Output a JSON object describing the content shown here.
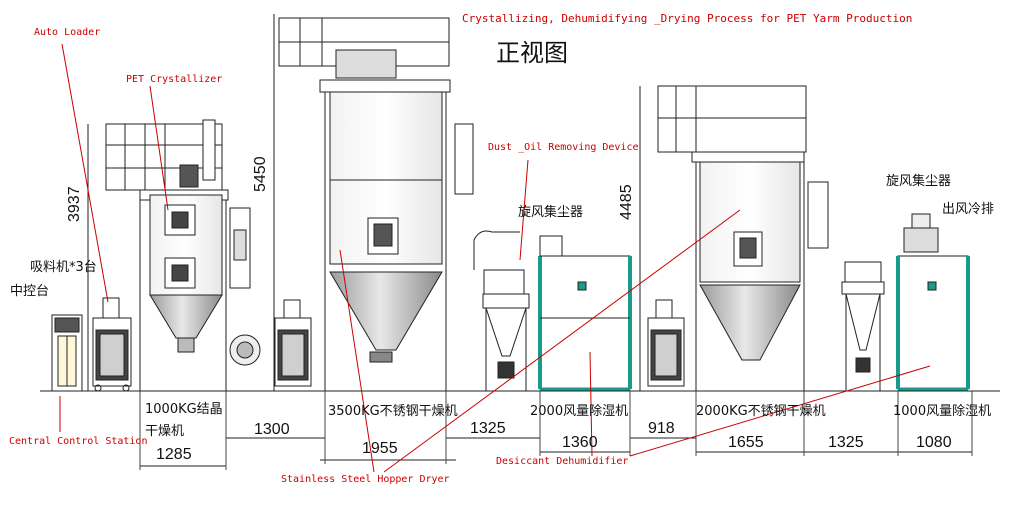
{
  "header": {
    "title_en": "Crystallizing, Dehumidifying _Drying Process for PET Yarm Production",
    "view_label": "正视图"
  },
  "callouts": {
    "auto_loader": "Auto Loader",
    "pet_crystallizer": "PET Crystallizer",
    "dust_oil_device": "Dust _Oil Removing Device",
    "central_control": "Central Control Station",
    "hopper_dryer": "Stainless Steel Hopper Dryer",
    "desiccant": "Desiccant Dehumidifier"
  },
  "labels": {
    "suction": "吸料机*3台",
    "control_panel": "中控台",
    "cyclone_1": "旋风集尘器",
    "cyclone_2": "旋风集尘器",
    "air_cool": "出风冷排",
    "crystal_line1": "1000KG结晶",
    "crystal_line2": "干燥机",
    "dryer_3500": "3500KG不锈钢干燥机",
    "dehum_2000": "2000风量除湿机",
    "dryer_2000": "2000KG不锈钢干燥机",
    "dehum_1000": "1000风量除湿机"
  },
  "dimensions": {
    "h_3937": "3937",
    "h_5450": "5450",
    "h_4485": "4485",
    "w_1300": "1300",
    "w_1285": "1285",
    "w_1955": "1955",
    "w_1325a": "1325",
    "w_1360": "1360",
    "w_918": "918",
    "w_1655": "1655",
    "w_1325b": "1325",
    "w_1080": "1080"
  },
  "colors": {
    "callout": "#cc0000",
    "teal": "#1a9a8a",
    "line": "#222222"
  }
}
